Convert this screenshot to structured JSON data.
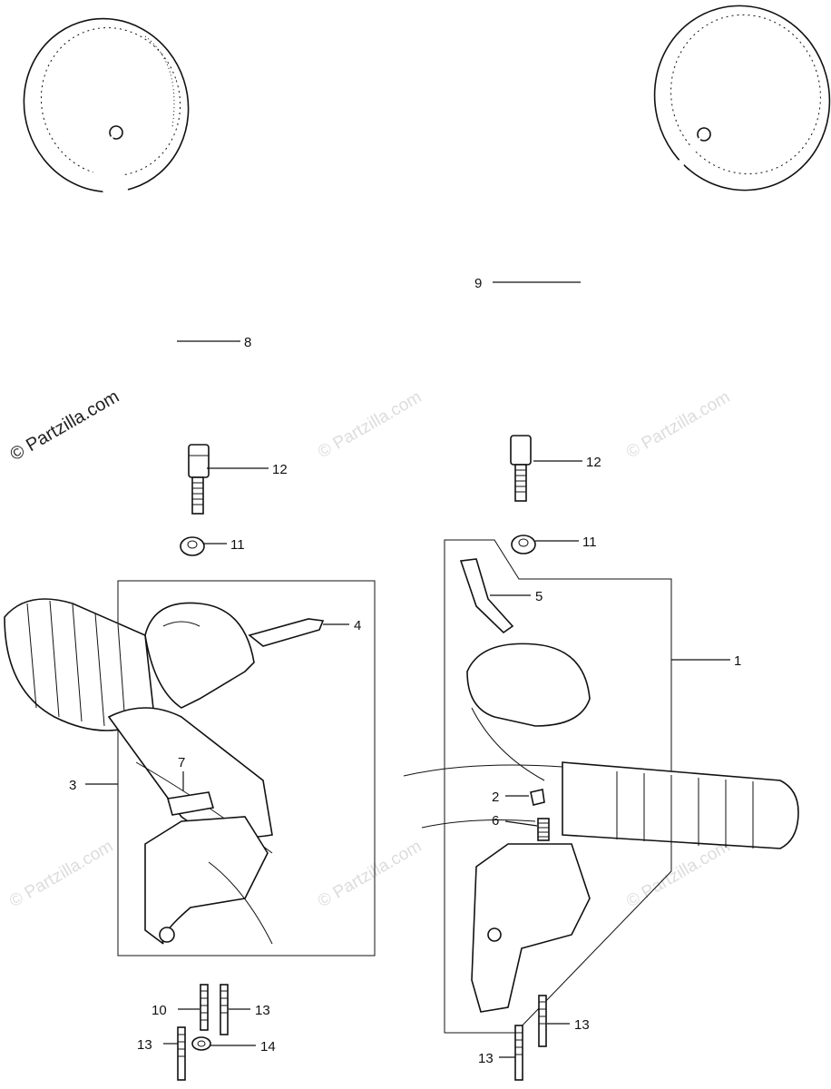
{
  "watermark": {
    "text": "© Partzilla.com",
    "primary_text": "© Partzilla.com"
  },
  "callouts": {
    "c1": "1",
    "c2": "2",
    "c3": "3",
    "c4": "4",
    "c5": "5",
    "c6": "6",
    "c7": "7",
    "c8": "8",
    "c9": "9",
    "c10": "10",
    "c11_left": "11",
    "c11_right": "11",
    "c12_left": "12",
    "c12_right": "12",
    "c13_a": "13",
    "c13_b": "13",
    "c13_c": "13",
    "c13_d": "13",
    "c14": "14"
  },
  "colors": {
    "ink": "#111111",
    "watermark": "#d9d9d9"
  }
}
